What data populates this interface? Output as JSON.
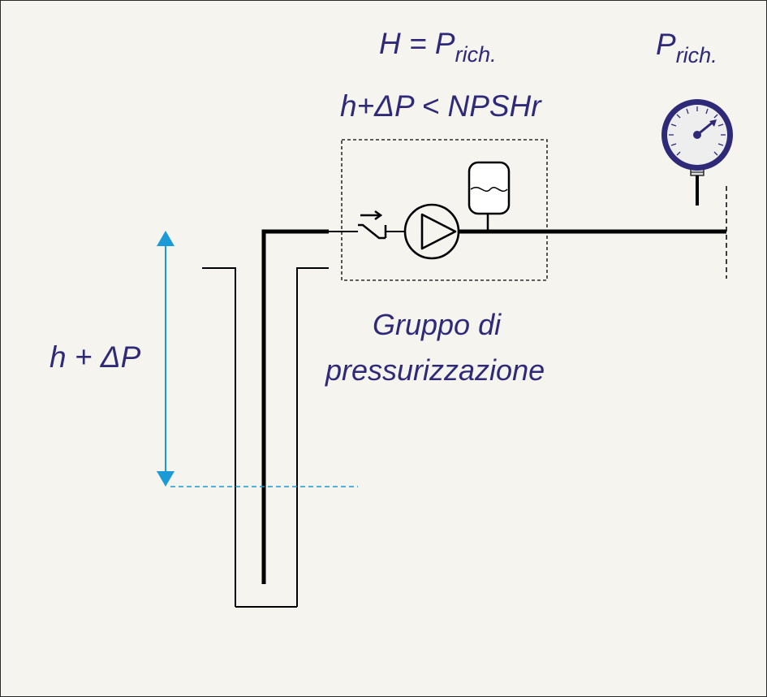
{
  "colors": {
    "background": "#f5f4ef",
    "text": "#2e2a78",
    "pipe": "#000000",
    "arrow": "#1a9ad6",
    "gauge_fill": "#eeeeee"
  },
  "labels": {
    "head_main": "H = P",
    "head_sub": "rich.",
    "condition": "h+ΔP < NPSHr",
    "gauge_main": "P",
    "gauge_sub": "rich.",
    "height": "h + ΔP",
    "group_line1": "Gruppo di",
    "group_line2": "pressurizzazione"
  },
  "icons": [
    "check-valve-icon",
    "pump-icon",
    "expansion-tank-icon",
    "pressure-gauge-icon"
  ]
}
